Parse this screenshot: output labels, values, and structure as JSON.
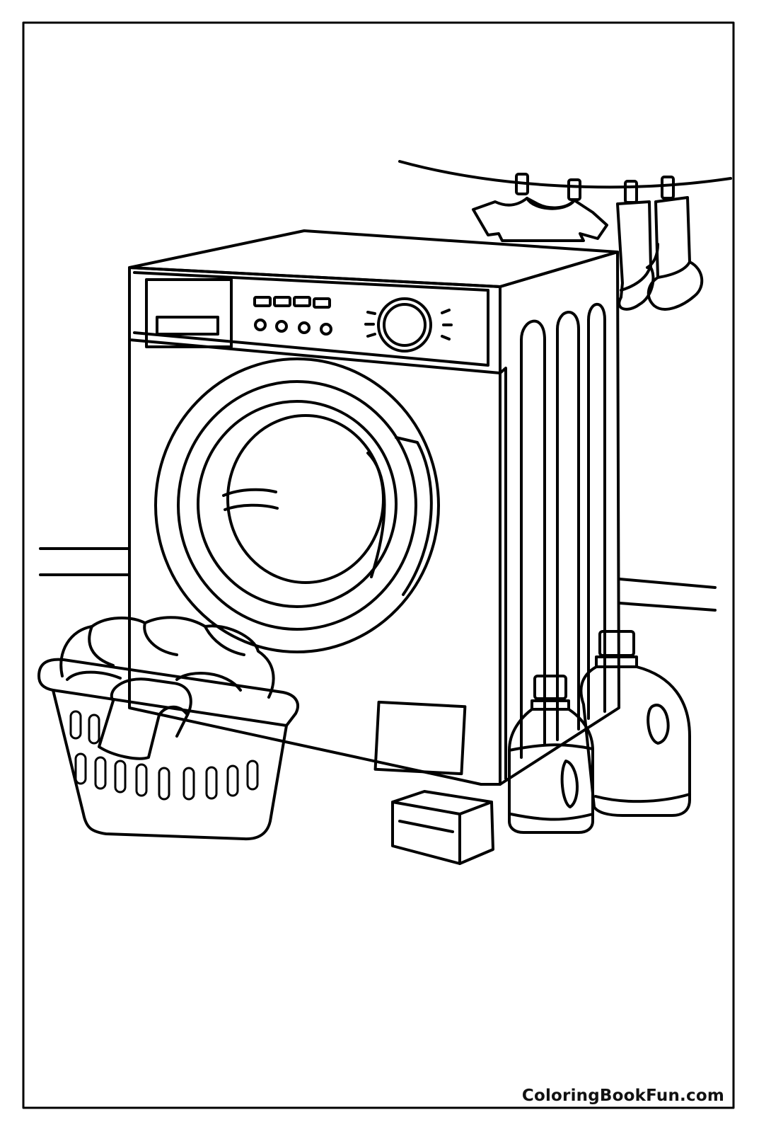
{
  "page": {
    "watermark": "ColoringBookFun.com"
  },
  "palette": {
    "ink": "#000000",
    "paper": "#ffffff"
  },
  "scene": {
    "subjects": [
      "front-load-washing-machine",
      "laundry-basket",
      "detergent-bottle-large",
      "detergent-bottle-small",
      "soap-box",
      "clothesline",
      "t-shirt",
      "socks",
      "clothespins"
    ]
  }
}
